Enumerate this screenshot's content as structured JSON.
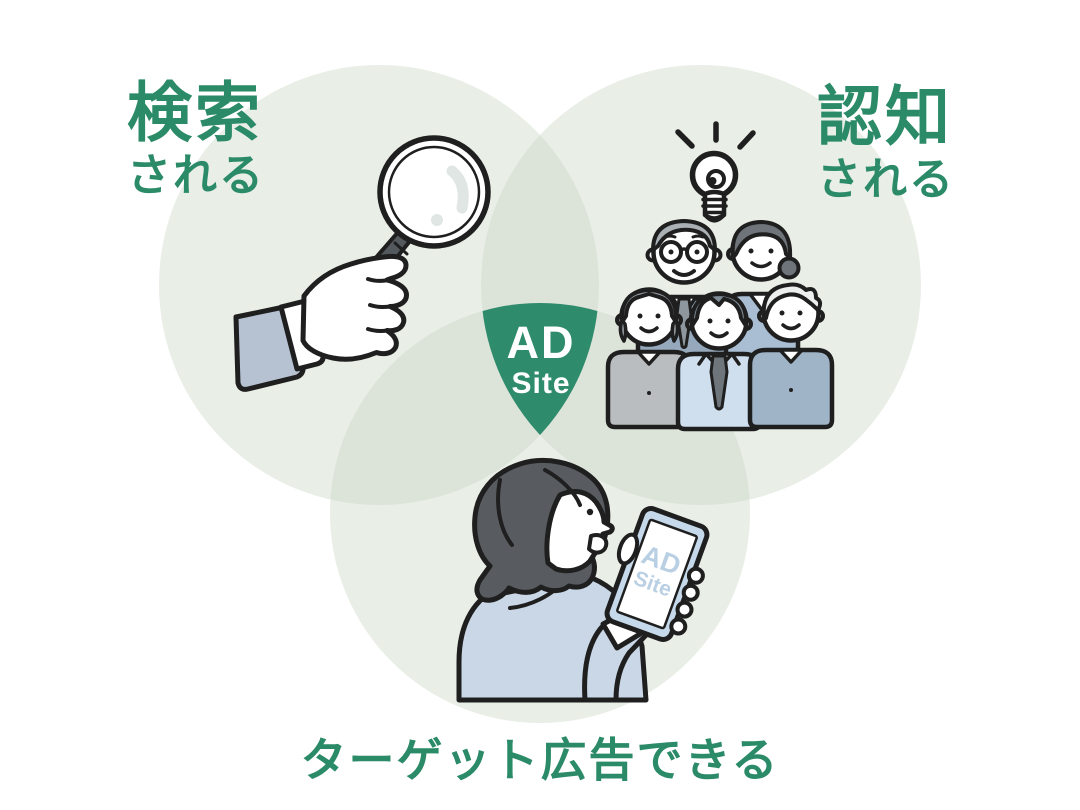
{
  "labels": {
    "search": {
      "main": "検索",
      "sub": "される"
    },
    "awareness": {
      "main": "認知",
      "sub": "される"
    },
    "targeting": {
      "text": "ターゲット広告できる"
    }
  },
  "badge": {
    "line1": "AD",
    "line2": "Site"
  },
  "phone_screen": {
    "line1": "AD",
    "line2": "Site"
  },
  "colors": {
    "accent_green": "#2e8b6b",
    "label_green": "#2b8a68",
    "circle_fill": "#e9eee7",
    "overlap_fill": "#dce4da",
    "outline_black": "#1f1f1f",
    "sleeve_blue": "#b6c2d2",
    "jacket_blue": "#c9d7e6",
    "phone_frame_blue": "#c5d9ea",
    "phone_text_blue": "#b9cfe3"
  },
  "illustrations": {
    "top_left": "hand-holding-magnifying-glass",
    "top_right": "five-people-with-lightbulb",
    "bottom": "woman-looking-at-smartphone"
  }
}
